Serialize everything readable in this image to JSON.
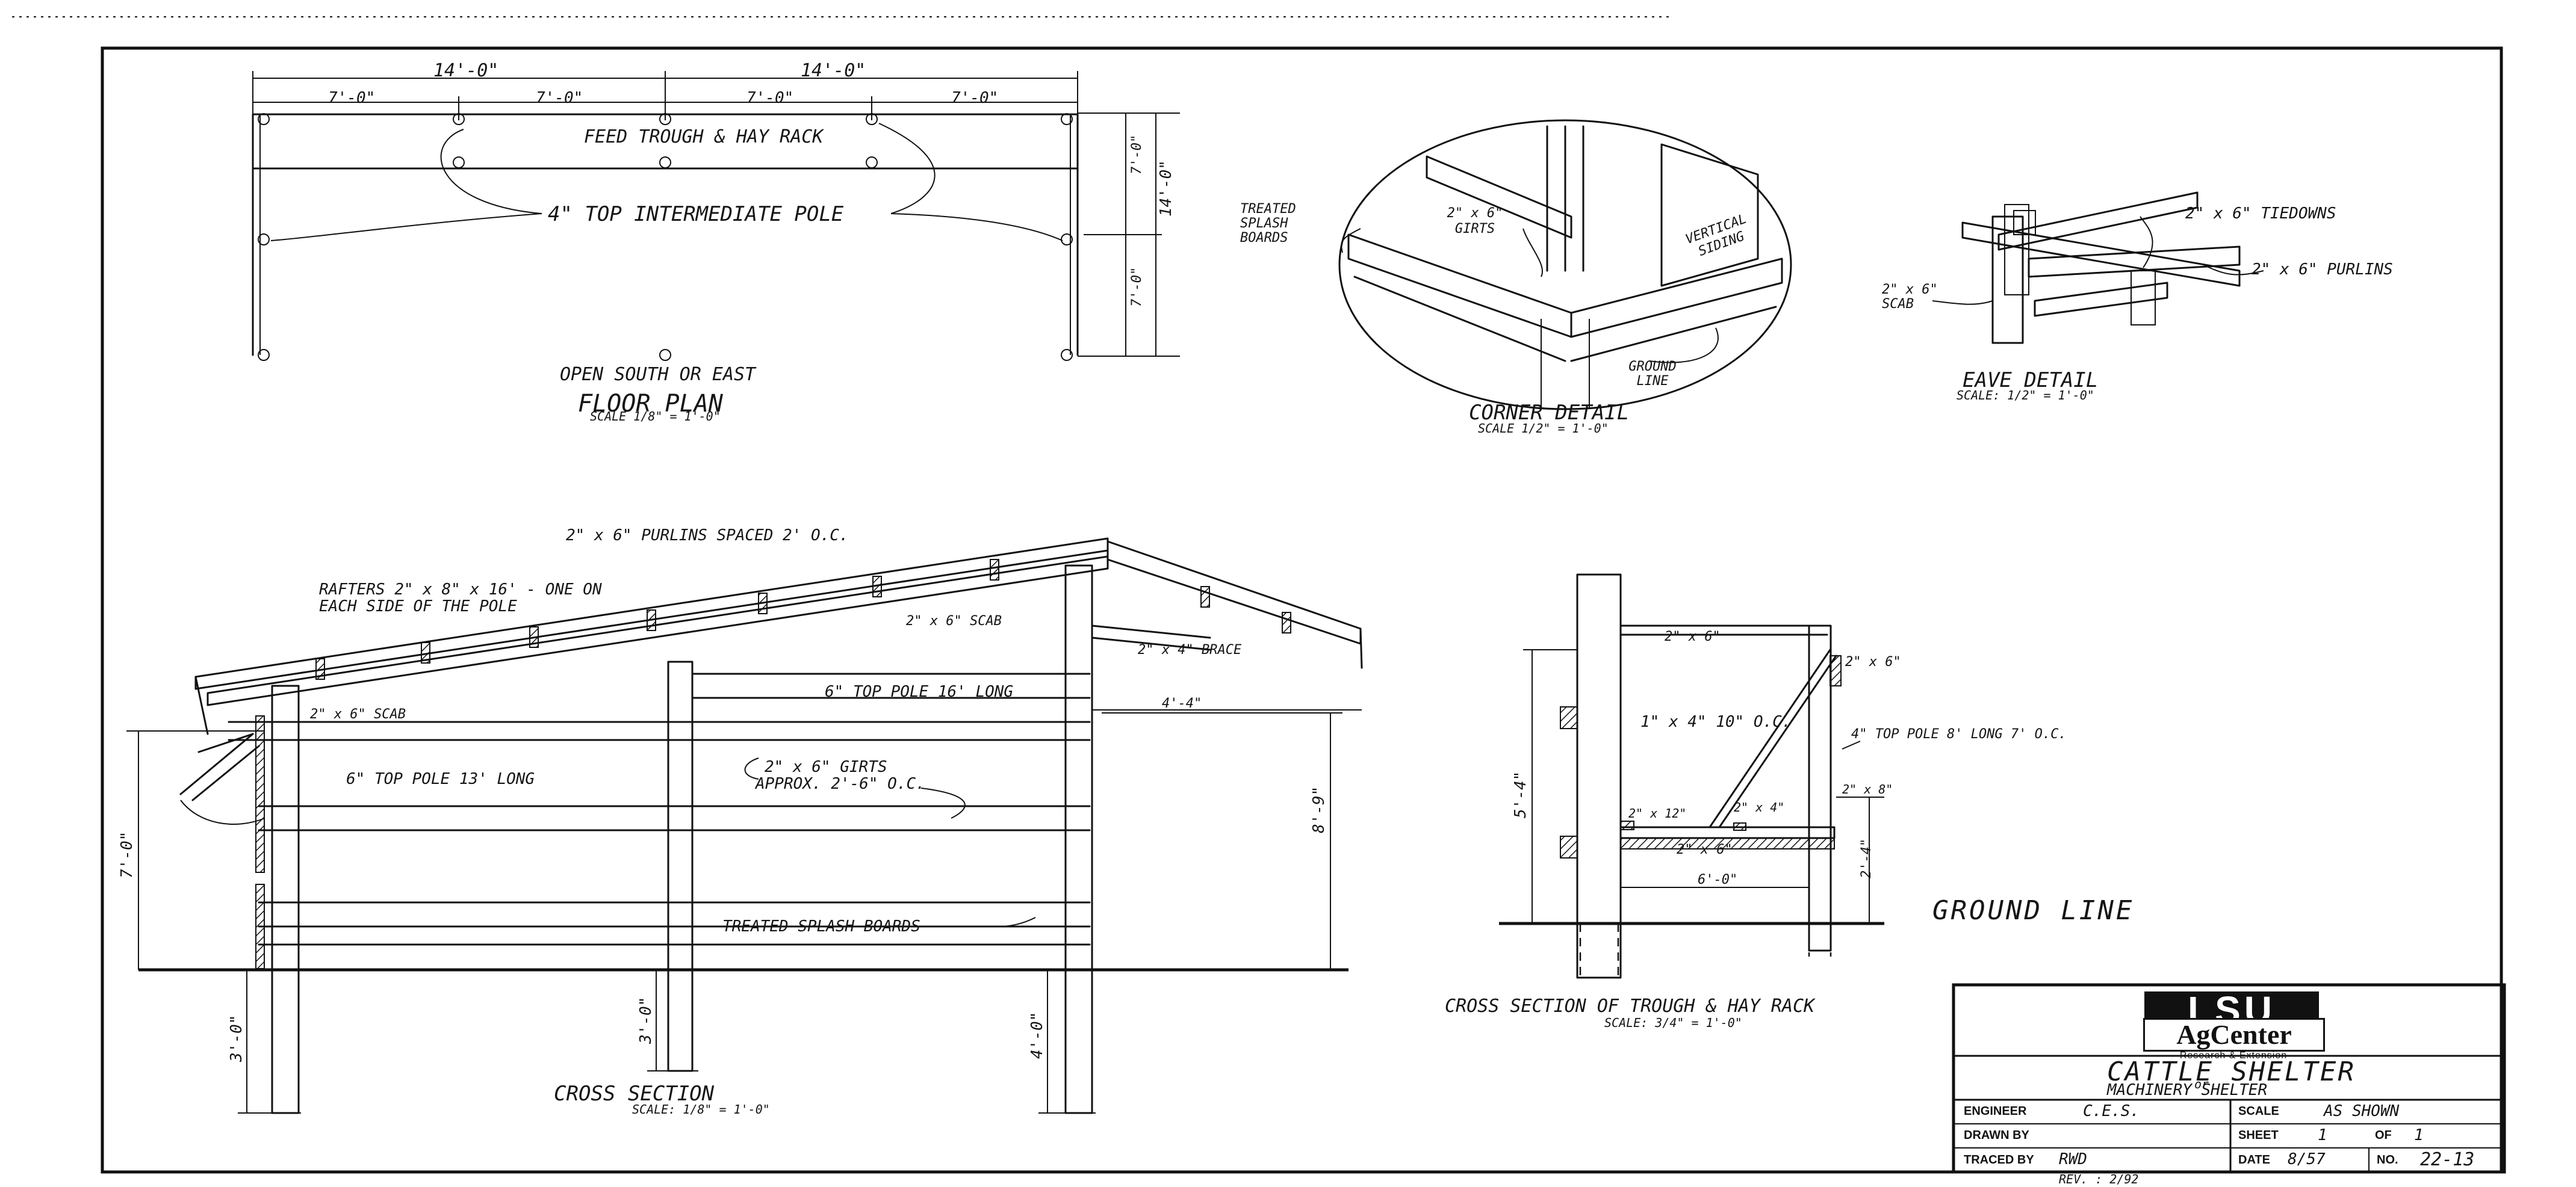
{
  "floor_plan": {
    "dim_top_left": "14'-0\"",
    "dim_top_right": "14'-0\"",
    "dim_seg_1": "7'-0\"",
    "dim_seg_2": "7'-0\"",
    "dim_seg_3": "7'-0\"",
    "dim_seg_4": "7'-0\"",
    "dim_side_total": "14'-0\"",
    "dim_side_upper": "7'-0\"",
    "dim_side_lower": "7'-0\"",
    "feed_label": "FEED TROUGH & HAY RACK",
    "pole_label": "4\" TOP INTERMEDIATE POLE",
    "open_label": "OPEN SOUTH OR EAST",
    "title": "FLOOR PLAN",
    "scale": "SCALE 1/8\" = 1'-0\""
  },
  "corner_detail": {
    "splash_label": "TREATED SPLASH BOARDS",
    "girts_label": "2\" x 6\" GIRTS",
    "siding_label": "VERTICAL SIDING",
    "ground_label": "GROUND LINE",
    "title": "CORNER DETAIL",
    "scale": "SCALE 1/2\" = 1'-0\""
  },
  "eave_detail": {
    "tiedowns_label": "2\" x 6\" TIEDOWNS",
    "purlins_label": "2\" x 6\" PURLINS",
    "scab_label": "2\" x 6\" SCAB",
    "title": "EAVE DETAIL",
    "scale": "SCALE: 1/2\" = 1'-0\""
  },
  "cross_section": {
    "purlins_label": "2\" x 6\" PURLINS SPACED 2' O.C.",
    "rafters_label_1": "RAFTERS 2\" x 8\" x 16' - ONE ON",
    "rafters_label_2": "EACH SIDE OF THE POLE",
    "scab_label": "2\" x 6\" SCAB",
    "scab_label_2": "2\" x 6\" SCAB",
    "brace_label": "2\" x 4\" BRACE",
    "pole_16_label": "6\" TOP POLE 16' LONG",
    "pole_13_label": "6\" TOP POLE 13' LONG",
    "overhang_dim": "4'-4\"",
    "girts_label_1": "2\" x 6\" GIRTS",
    "girts_label_2": "APPROX. 2'-6\" O.C.",
    "splash_label": "TREATED SPLASH BOARDS",
    "height_left": "7'-0\"",
    "height_right": "8'-9\"",
    "embed_left": "3'-0\"",
    "embed_mid": "3'-0\"",
    "embed_right": "4'-0\"",
    "title": "CROSS SECTION",
    "scale": "SCALE: 1/8\" = 1'-0\""
  },
  "trough_section": {
    "top_dim": "2\" x 6\"",
    "right_label": "2\" x 6\"",
    "slats_label": "1\" x 4\" 10\" O.C.",
    "post_label": "4\" TOP POLE 8' LONG 7' O.C.",
    "board_left": "2\" x 12\"",
    "board_2x4": "2\" x 4\"",
    "board_right": "2\" x 8\"",
    "floor_board": "2\" x 6\"",
    "width_dim": "6'-0\"",
    "height_left": "5'-4\"",
    "height_right": "2'-4\"",
    "ground_label": "GROUND LINE",
    "title": "CROSS SECTION OF TROUGH & HAY RACK",
    "scale": "SCALE: 3/4\" = 1'-0\""
  },
  "title_block": {
    "logo_top": "LSU",
    "logo_main": "AgCenter",
    "logo_sub": "Research & Extension",
    "drawing_title": "CATTLE SHELTER",
    "drawing_subtitle": "MACHINERY SHELTER",
    "subtitle_prefix": "or",
    "engineer_label": "ENGINEER",
    "engineer_value": "C.E.S.",
    "drawn_label": "DRAWN BY",
    "drawn_value": "",
    "traced_label": "TRACED BY",
    "traced_value": "RWD",
    "scale_label": "SCALE",
    "scale_value": "AS SHOWN",
    "sheet_label": "SHEET",
    "sheet_value": "1",
    "of_label": "OF",
    "of_value": "1",
    "date_label": "DATE",
    "date_value": "8/57",
    "no_label": "NO.",
    "no_value": "22-13",
    "rev": "REV. : 2/92"
  }
}
